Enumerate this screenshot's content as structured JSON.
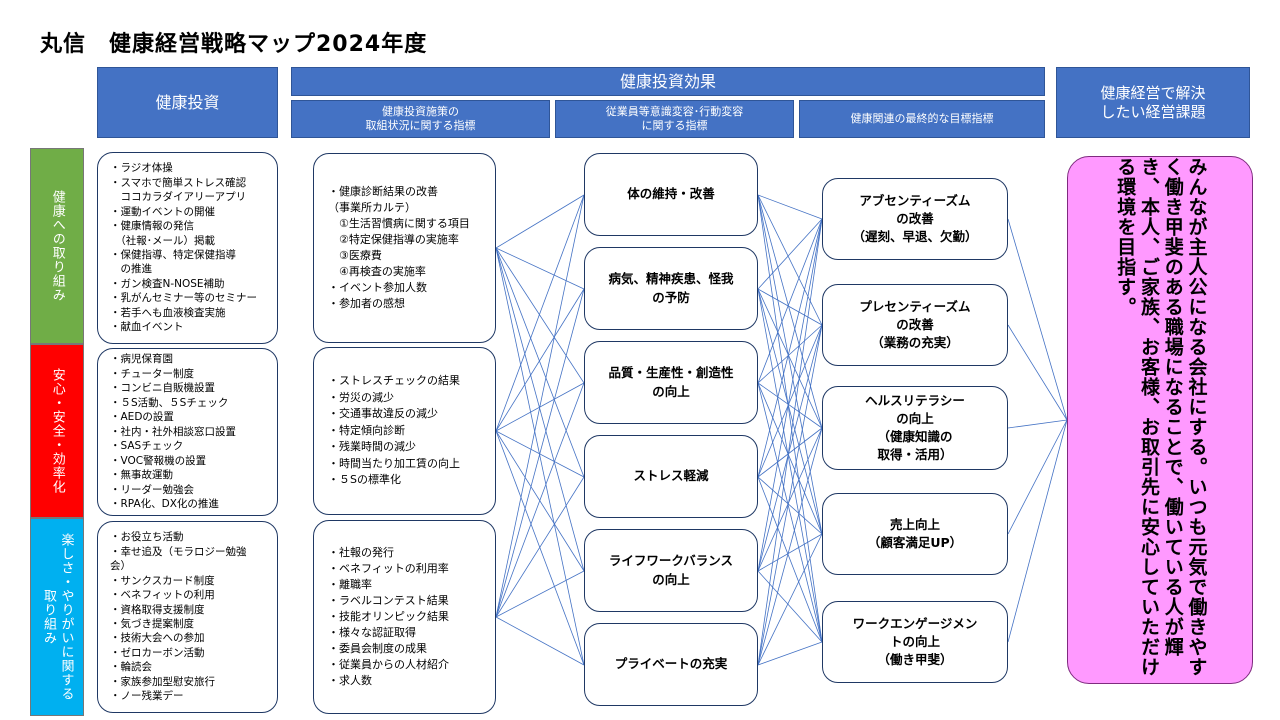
{
  "title": "丸信　健康経営戦略マップ2024年度",
  "headers": {
    "investment": "健康投資",
    "effect": "健康投資効果",
    "measures": "健康投資施策の\n取組状況に関する指標",
    "awareness": "従業員等意識変容･行動変容\nに関する指標",
    "final_indicators": "健康関連の最終的な目標指標",
    "issues": "健康経営で解決\nしたい経営課題"
  },
  "sections": [
    {
      "label": "健康への取り組み",
      "color": "#70ad47"
    },
    {
      "label": "安心・安全・効率化",
      "color": "#ff0000"
    },
    {
      "label": "楽しさ・やりがいに関する取り組み",
      "color": "#00b0f0"
    }
  ],
  "investments": [
    [
      "・ラジオ体操",
      "・スマホで簡単ストレス確認",
      "　ココカラダイアリーアプリ",
      "・運動イベントの開催",
      "・健康情報の発信",
      "　（社報･メール）掲載",
      "・保健指導、特定保健指導",
      "　の推進",
      "・ガン検査N-NOSE補助",
      "・乳がんセミナー等のセミナー",
      "・若手へも血液検査実施",
      "・献血イベント"
    ],
    [
      "・病児保育園",
      "・チューター制度",
      "・コンビニ自販機設置",
      "・５S活動、５Sチェック",
      "・AEDの設置",
      "・社内・社外相談窓口設置",
      "・SASチェック",
      "・VOC警報機の設置",
      "・無事故運動",
      "・リーダー勉強会",
      "・RPA化、DX化の推進"
    ],
    [
      "・お役立ち活動",
      "・幸せ追及（モラロジー勉強",
      "会）",
      "・サンクスカード制度",
      "・ベネフィットの利用",
      "・資格取得支援制度",
      "・気づき提案制度",
      "・技術大会への参加",
      "・ゼロカーボン活動",
      "・輪読会",
      "・家族参加型慰安旅行",
      "・ノー残業デー"
    ]
  ],
  "measures": [
    [
      "・健康診断結果の改善",
      "（事業所カルテ）",
      "　①生活習慣病に関する項目",
      "　②特定保健指導の実施率",
      "　③医療費",
      "　④再検査の実施率",
      "・イベント参加人数",
      "・参加者の感想"
    ],
    [
      "・ストレスチェックの結果",
      "・労災の減少",
      "・交通事故違反の減少",
      "・特定傾向診断",
      "・残業時間の減少",
      "・時間当たり加工賃の向上",
      "・５Sの標準化"
    ],
    [
      "・社報の発行",
      "・ベネフィットの利用率",
      "・離職率",
      "・ラベルコンテスト結果",
      "・技能オリンピック結果",
      "・様々な認証取得",
      "・委員会制度の成果",
      "・従業員からの人材紹介",
      "・求人数"
    ]
  ],
  "effects": [
    "体の維持・改善",
    "病気、精神疾患、怪我\nの予防",
    "品質・生産性・創造性\nの向上",
    "ストレス軽減",
    "ライフワークバランス\nの向上",
    "プライベートの充実"
  ],
  "finals": [
    "アブセンティーズム\nの改善\n（遅刻、早退、欠勤）",
    "プレセンティーズム\nの改善\n（業務の充実）",
    "ヘルスリテラシー\nの向上\n（健康知識の\n取得・活用）",
    "売上向上\n（顧客満足UP）",
    "ワークエンゲージメン\nトの向上\n（働き甲斐）"
  ],
  "goal": "みんなが主人公になる会社にする。いつも元気で働きやすく働き甲斐のある職場になることで、働いている人が輝き、本人、ご家族、お客様、お取引先に安心していただける環境を目指す。"
}
